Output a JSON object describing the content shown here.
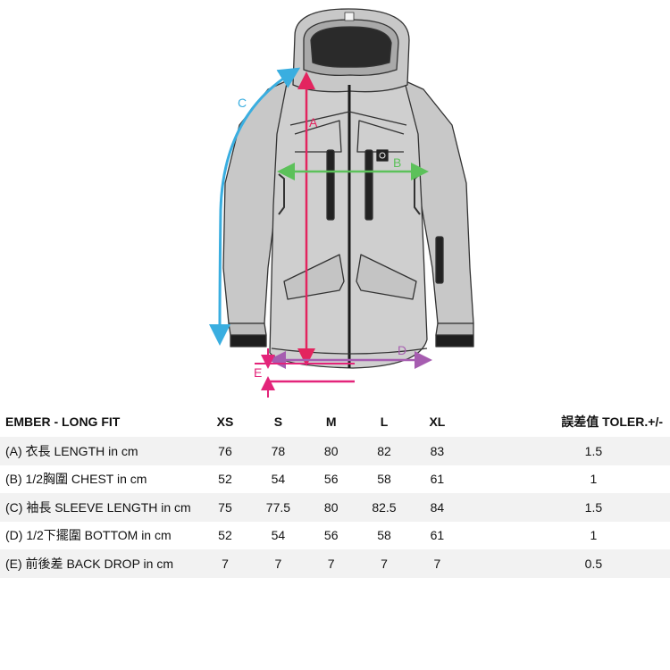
{
  "diagram": {
    "labels": {
      "a": "A",
      "b": "B",
      "c": "C",
      "d": "D",
      "e": "E"
    },
    "colors": {
      "a": "#e3245f",
      "b": "#5cc15a",
      "c": "#3aaee0",
      "d": "#a65db0",
      "e": "#e3247a",
      "jacket": "#c8c8c8",
      "outline": "#333333"
    },
    "logo_icon": "brand-logo-icon"
  },
  "table": {
    "header": {
      "label": "EMBER - LONG FIT",
      "xs": "XS",
      "s": "S",
      "m": "M",
      "l": "L",
      "xl": "XL",
      "tol": "誤差值 TOLER.+/-"
    },
    "rows": [
      {
        "label": "(A) 衣長 LENGTH in cm",
        "xs": "76",
        "s": "78",
        "m": "80",
        "l": "82",
        "xl": "83",
        "tol": "1.5"
      },
      {
        "label": "(B) 1/2胸圍 CHEST in cm",
        "xs": "52",
        "s": "54",
        "m": "56",
        "l": "58",
        "xl": "61",
        "tol": "1"
      },
      {
        "label": "(C) 袖長 SLEEVE LENGTH in cm",
        "xs": "75",
        "s": "77.5",
        "m": "80",
        "l": "82.5",
        "xl": "84",
        "tol": "1.5"
      },
      {
        "label": "(D) 1/2下擺圍 BOTTOM in cm",
        "xs": "52",
        "s": "54",
        "m": "56",
        "l": "58",
        "xl": "61",
        "tol": "1"
      },
      {
        "label": "(E) 前後差 BACK DROP in cm",
        "xs": "7",
        "s": "7",
        "m": "7",
        "l": "7",
        "xl": "7",
        "tol": "0.5"
      }
    ]
  }
}
